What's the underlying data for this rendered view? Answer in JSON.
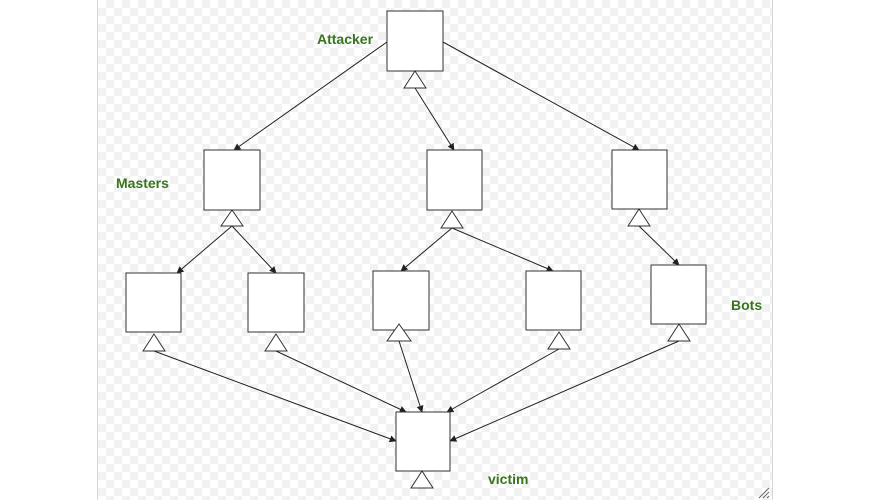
{
  "colors": {
    "label": "#38761d",
    "node_stroke": "#333333",
    "edge": "#222222"
  },
  "labels": {
    "attacker": "Attacker",
    "masters": "Masters",
    "bots": "Bots",
    "victim": "victim"
  },
  "icons": {
    "resize_handle": "resize-grip-icon"
  }
}
